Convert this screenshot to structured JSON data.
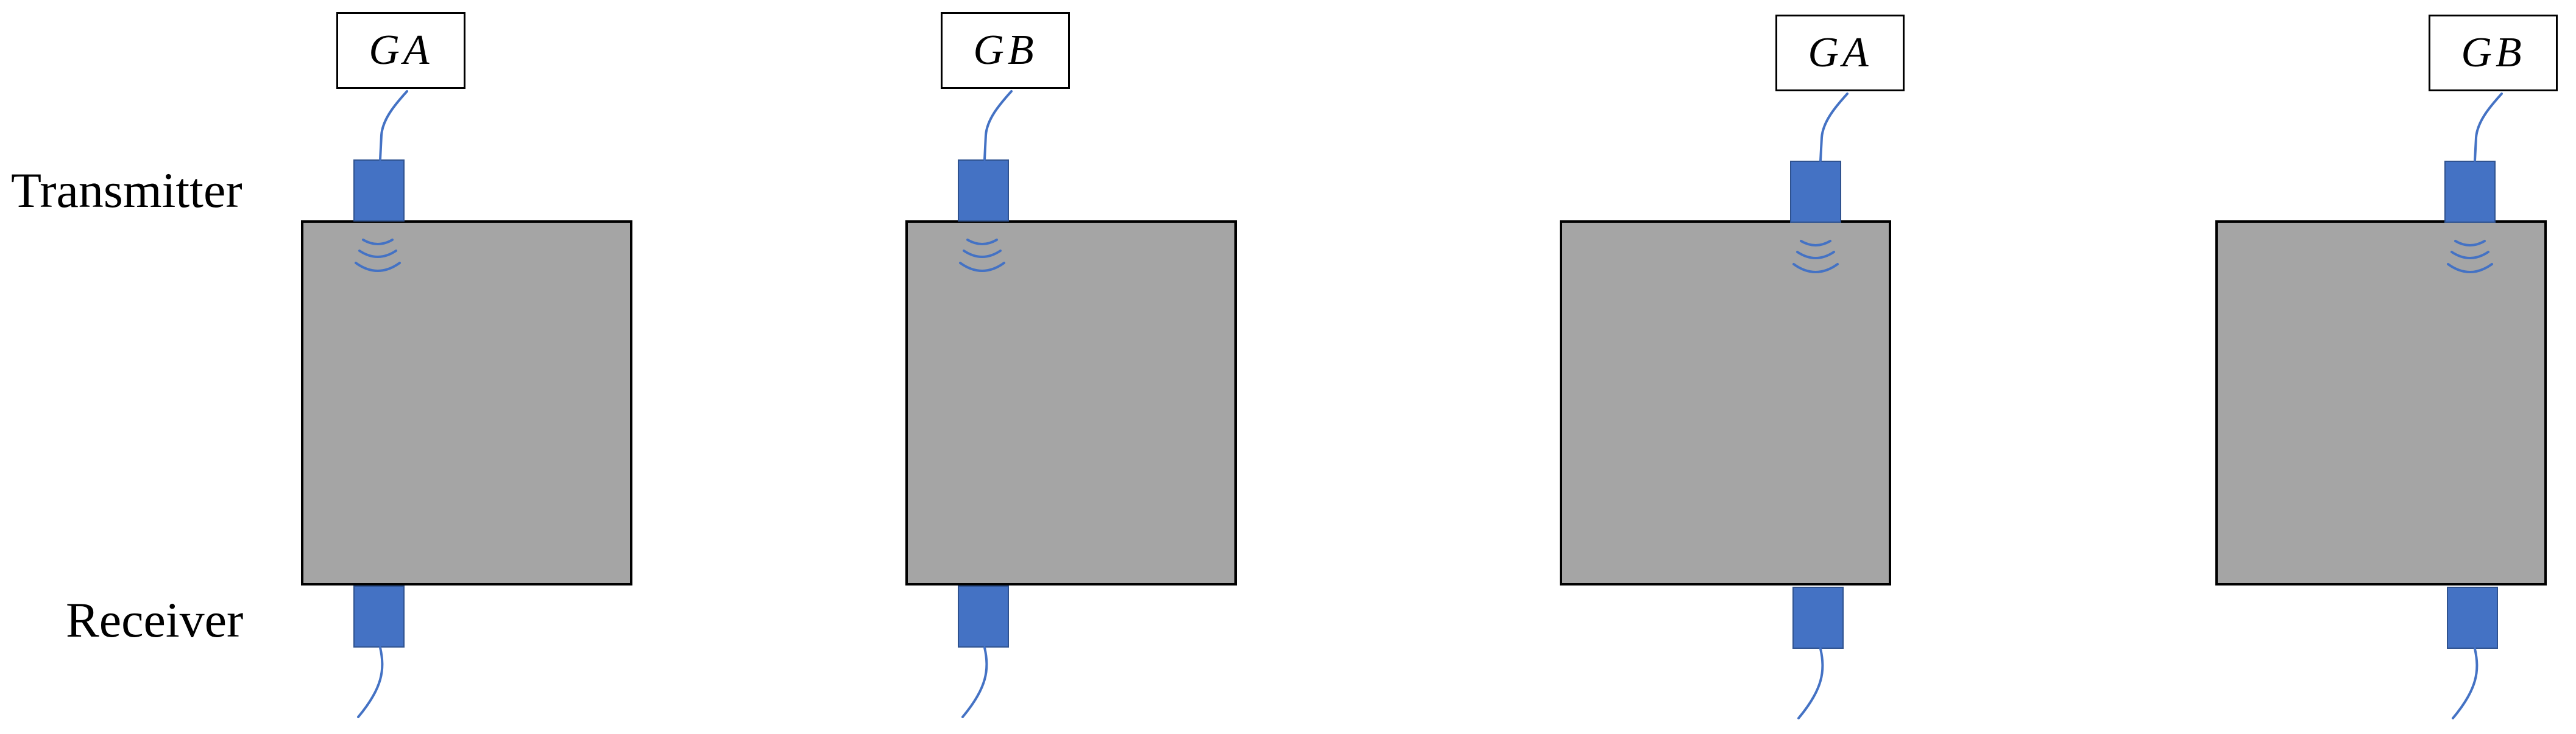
{
  "labels": {
    "transmitter": "Transmitter",
    "receiver": "Receiver"
  },
  "setups": [
    {
      "generator_label": "GA"
    },
    {
      "generator_label": "GB"
    },
    {
      "generator_label": "GA"
    },
    {
      "generator_label": "GB"
    }
  ],
  "colors": {
    "specimen_fill": "#a5a5a5",
    "transducer_fill": "#4472c4",
    "cable_and_wave": "#4472c4"
  },
  "icons": {
    "wave": "ultrasonic-wave-icon",
    "cable": "signal-cable"
  }
}
